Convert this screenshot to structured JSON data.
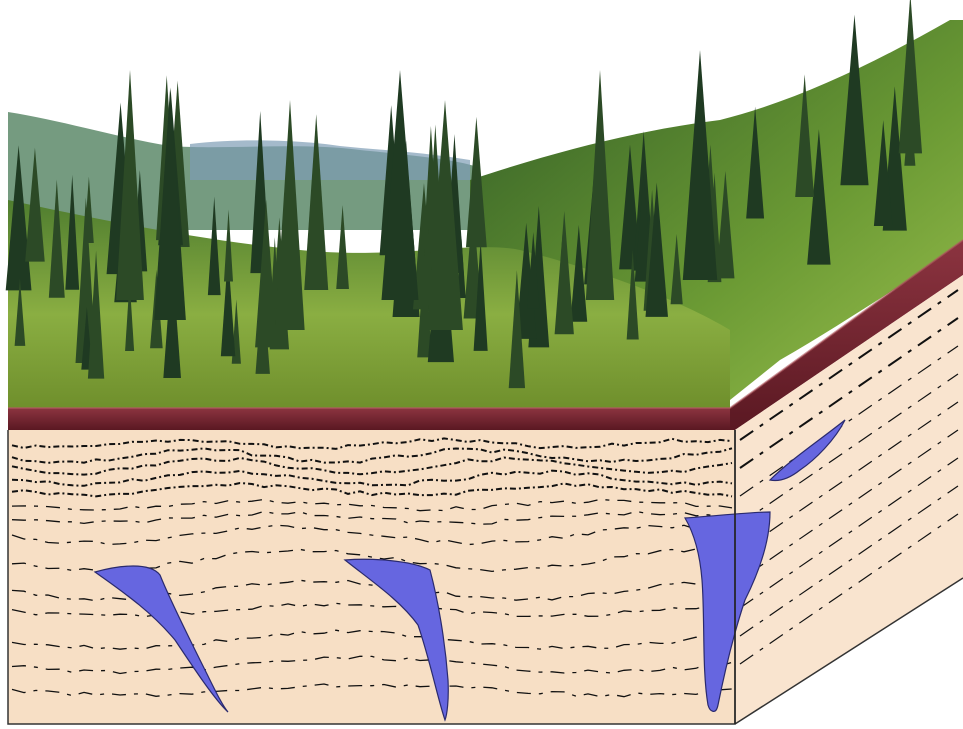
{
  "diagram": {
    "colors": {
      "background": "#ffffff",
      "sky": "#ffffff",
      "far_ridge": "#6f8f9a",
      "forest_dark": "#1f3a22",
      "forest_mid": "#3c6a2e",
      "meadow": "#7fa53a",
      "meadow_light": "#a9c65a",
      "active_layer": "#6b1f2a",
      "active_layer_highlight": "#8c3440",
      "permafrost": "#f7dfc5",
      "permafrost_side": "#f9e4cf",
      "ice_wedge": "#6666e0",
      "ice_wedge_outline": "#2a2a6e",
      "strata_line": "#111111",
      "block_edge": "#333333"
    },
    "elements": {
      "ice_wedges": 4,
      "front_face_strata_lines": 14,
      "side_face_strata_lines": 9
    }
  }
}
